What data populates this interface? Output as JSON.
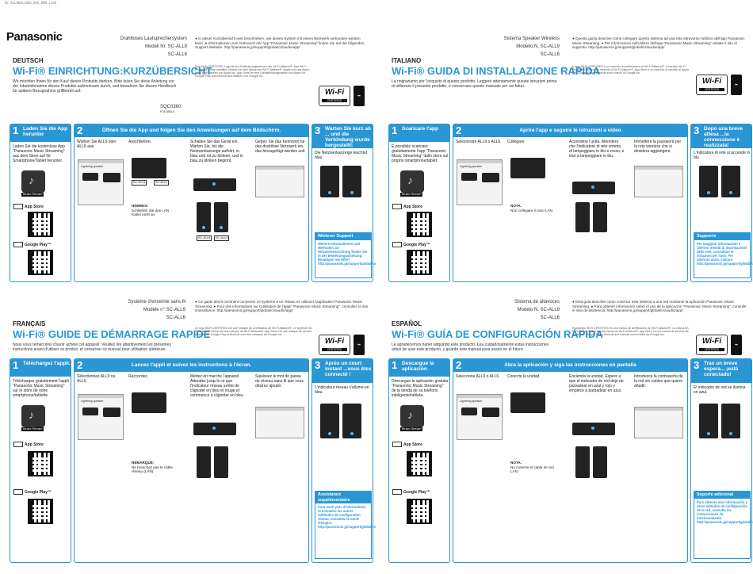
{
  "crop_mark": "SC-ALL9&ALL6EG_QSG_ENG.indd",
  "brand": "Panasonic",
  "de": {
    "lang": "DEUTSCH",
    "product_type": "Drahtloses Lautsprechersystem",
    "model": "Modell Nr. SC-ALL9",
    "model2": "SC-ALL6",
    "title": "Wi-Fi® EINRICHTUNG:KURZÜBERSICHT",
    "intro": "Wir möchten Ihnen für den Kauf dieses Produkts danken. Bitte lesen Sie diese Anleitung vor der Inbetriebnahme dieses Produkts aufmerksam durch, und bewahren Sie dieses Handbuch für spätere Bezugnahme griffbereit auf.",
    "code": "SQC0360",
    "code_small": "F0116BL0",
    "bullets": "● In dieser Kurzübersicht wird beschrieben, wie dieses System mit einem Netzwerk verbunden werden kann. ● Informationen zum Gebrauch der App \"Panasonic Music Streaming\" finden Sie auf der folgenden Support-Website. http://panasonic.jp/support/global/cs/audio/app/",
    "fine": "Das Wi-Fi CERTIFIED Logo ist ein Zertifizierungszeichen der Wi-Fi Alliance®. Das Wi-Fi Protected Setup Identifier-Zeichen ist eine Marke der Wi-Fi Alliance®. Apple und das Apple-Logo sind Marken von Apple Inc. App Store ist eine Dienstleistungsmarke von Apple Inc. Google Play und Android sind Marken von Google Inc.",
    "s1": {
      "num": "1",
      "head": "Laden Sie die App herunter",
      "text": "Laden Sie die kostenlose App \"Panasonic Music Streaming\" aus dem Store auf Ihr Smartphone/Tablet herunter."
    },
    "s2": {
      "num": "2",
      "head": "Öffnen Sie die App und folgen Sie den Anweisungen auf dem Bildschirm.",
      "a": "Wählen Sie ALL9 oder ALL6 aus.",
      "b": "Anschließen.",
      "c": "Schalten Sie das Gerät ein. Warten Sie, bis die Netzwerkanzeige aufhört, in blau und rot zu blinken, und in blau zu blinken beginnt.",
      "d": "Geben Sie das Kennwort für das drahtlose Netzwerk ein, das hinzugefügt werden soll.",
      "note_title": "HINWEIS:",
      "note": "Schließen Sie das LAN Kabel nicht an."
    },
    "s3": {
      "num": "3",
      "head": "Warten Sie kurz ab ... und die Verbindung wurde hergestellt!",
      "text": "Die Netzwerkanzeige leuchtet blau."
    },
    "support": {
      "title": "Weiterer Support",
      "text": "Weitere Informationen und Methoden zur Netzwerkeinrichtung finden Sie in der Bedienungsanleitung. Benötigen Sie Hilfe? http://panasonic.jp/support/global/cs/audio/"
    }
  },
  "it": {
    "lang": "ITALIANO",
    "product_type": "Sistema Speaker Wireless",
    "model": "Modello N. SC-ALL9",
    "model2": "SC-ALL6",
    "title": "Wi-Fi® GUIDA DI INSTALLAZIONE RAPIDA",
    "intro": "La ringraziamo per l'acquisto di questo prodotto. Leggere attentamente queste istruzioni prima di utilizzare il presente prodotto, e conservare questo manuale per usi futuri.",
    "bullets": "● Questa guida descrive come collegare questo sistema ad una rete attraverso l'utilizzo dell'app Panasonic Music Streaming. ● Per informazioni sull'utilizzo dell'app \"Panasonic Music Streaming\" visitate il sito di supporto. http://panasonic.jp/support/global/cs/audio/app/",
    "fine": "Il logo Wi-Fi CERTIFIED è un marchio di certificazione di Wi-Fi Alliance®. Il marchio Wi-Fi Protected Setup è un marchio di Wi-Fi Alliance®. App Store è un marchio di servizio di Apple Inc. Google Play e Android sono marchi di Google Inc.",
    "s1": {
      "num": "1",
      "head": "Scaricare l'app",
      "text": "È possibile scaricare gratuitamente l'app \"Panasonic Music Streaming\" dallo store sul proprio smartphone/tablet."
    },
    "s2": {
      "num": "2",
      "head": "Aprire l'app e seguire le istruzioni a video",
      "a": "Selezionare ALL9 o ALL6.",
      "b": "Collegare.",
      "c": "Accendere l'unità. Attendere che l'indicatore di rete smetta di lampeggiare in blu e rosso, e inizi a lampeggiare in blu.",
      "d": "Immettere la password per la rete wireless che si desidera aggiungere.",
      "note_title": "NOTA:",
      "note": "Non collegare il cavo LAN."
    },
    "s3": {
      "num": "3",
      "head": "Dopo una breve attesa ...la connessione è realizzata!",
      "text": "L'indicatore di rete si accende in blu."
    },
    "support": {
      "title": "Supporto",
      "text": "Per maggiori informazioni e ulteriori metodi di impostazione della rete, consultare le istruzioni per l'uso. Per ulteriore aiuto, visitare: http://panasonic.jp/support/global/cs/audio/"
    }
  },
  "fr": {
    "lang": "FRANÇAIS",
    "product_type": "Système d'enceinte sans fil",
    "model": "Modèle n° SC-ALL9",
    "model2": "SC-ALL6",
    "title": "Wi-Fi® GUIDE DE DÉMARRAGE RAPIDE",
    "intro": "Nous vous remercions d'avoir acheté cet appareil. Veuillez lire attentivement les présentes instructions avant d'utiliser ce produit, et conserver ce manuel pour utilisation ultérieure.",
    "bullets": "● Ce guide décrit comment connecter ce système à un réseau en utilisant l'application Panasonic Music Streaming. ● Pour des informations sur l'utilisation de l'appli \"Panasonic Music Streaming\", consultez le site d'assistance. http://panasonic.jp/support/global/cs/audio/app/",
    "fine": "Le logo Wi-Fi CERTIFIED est une marque de certification de Wi-Fi Alliance®. Le symbole Wi-Fi Protected Setup est une marque de Wi-Fi Alliance®. App Store est une marque de service d'Apple Inc. Google Play et Android sont des marques de Google Inc.",
    "s1": {
      "num": "1",
      "head": "Téléchargez l'appli.",
      "text": "Téléchargez gratuitement l'appli \"Panasonic Music Streaming\" sur le store de votre smartphone/tablette."
    },
    "s2": {
      "num": "2",
      "head": "Lancez l'appli et suivez les instructions à l'écran.",
      "a": "Sélectionnez ALL9 ou ALL6.",
      "b": "Raccordez.",
      "c": "Mettez en marche l'appareil. Attendez jusqu'à ce que l'indicateur réseau arrête de clignoter en bleu et rouge et commence à clignoter en bleu.",
      "d": "Saisissez le mot de passe du réseau sans fil que vous désirez ajouter.",
      "note_title": "REMARQUE:",
      "note": "Ne branchez pas le câble réseau (LAN)."
    },
    "s3": {
      "num": "3",
      "head": "Après un court instant ...vous êtes connecté !",
      "text": "L'indicateur réseau s'allume en bleu."
    },
    "support": {
      "title": "Assistance supplémentaire",
      "text": "Pour avoir plus d'informations et connaître les autres méthodes de configuration réseau, consultez le mode d'emploi. http://panasonic.jp/support/global/cs/audio/"
    }
  },
  "es": {
    "lang": "ESPAÑOL",
    "product_type": "Sistema de altavoces",
    "model": "Modelo N. SC-ALL9",
    "model2": "SC-ALL6",
    "title": "Wi-Fi® GUÍA DE CONFIGURACIÓN RÁPIDA",
    "intro": "Le agradecemos haber adquirido este producto. Lea cuidadosamente estas instrucciones antes de usar este producto, y guarde este manual para usarlo en el futuro.",
    "bullets": "● Esta guía describe cómo conectar este sistema a una red mediante la aplicación Panasonic Music Streaming. ● Para obtener información sobre el uso de la aplicación \"Panasonic Music Streaming\", consulte el sitio de asistencia. http://panasonic.jp/support/global/cs/audio/app/",
    "fine": "El logotipo Wi-Fi CERTIFIED es una marca de certificación de Wi-Fi Alliance®. La marca Wi-Fi Protected Setup es una marca de Wi-Fi Alliance®. App Store es una marca de servicio de Apple Inc. Google Play y Android son marcas comerciales de Google Inc.",
    "s1": {
      "num": "1",
      "head": "Descargue la aplicación",
      "text": "Descargue la aplicación gratuita \"Panasonic Music Streaming\" de la tienda de su teléfono inteligente/tableta."
    },
    "s2": {
      "num": "2",
      "head": "Abra la aplicación y siga las instrucciones en pantalla",
      "a": "Seleccione ALL9 o ALL6.",
      "b": "Conecte la unidad.",
      "c": "Encienda la unidad. Espere a que el indicador de red deje de parpadear en azul y rojo y empiece a parpadear en azul.",
      "d": "Introduzca la contraseña de la red sin cables que quiere añadir.",
      "note_title": "NOTA:",
      "note": "No conecte el cable de red LAN."
    },
    "s3": {
      "num": "3",
      "head": "Tras un breve espera... ¡está conectado!",
      "text": "El indicador de red se ilumina en azul."
    },
    "support": {
      "title": "Soporte adicional",
      "text": "Para obtener más información y otros métodos de configuración de la red, consulte las instrucciones de funcionamiento. http://panasonic.jp/support/global/cs/audio/"
    }
  },
  "common": {
    "app_name": "Music Stream",
    "app_store": "App Store",
    "google_play": "Google Play™",
    "badge_wifi": "Wi-Fi",
    "badge_cert": "CERTIFIED",
    "spk1": "SC-ALL6",
    "spk2": "SC-ALL9",
    "screen_title": "Lightning speaker",
    "net_label": "NET"
  }
}
